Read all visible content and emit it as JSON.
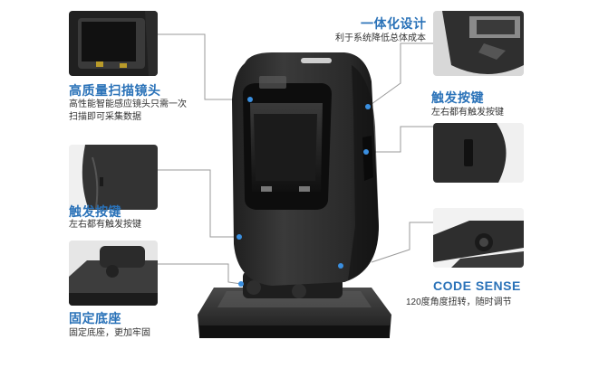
{
  "callouts": {
    "integrated_design": {
      "title": "一体化设计",
      "desc": "利于系统降低总体成本"
    },
    "hd_scan_head": {
      "title": "高质量扫描镜头",
      "desc_line1": "高性能智能感应镜头只需一次",
      "desc_line2": "扫描即可采集数据"
    },
    "trigger_right": {
      "title": "触发按键",
      "desc": "左右都有触发按键"
    },
    "trigger_left": {
      "title": "触发按键",
      "desc": "左右都有触发按键"
    },
    "code_sense": {
      "title": "CODE SENSE",
      "desc": "120度角度扭转，随时调节"
    },
    "fixed_base": {
      "title": "固定底座",
      "desc": "固定底座，更加牢固"
    }
  },
  "colors": {
    "accent": "#2a72b8",
    "device": "#2b2b2b",
    "line": "#9a9a9a",
    "dot": "#3a8fe0"
  }
}
